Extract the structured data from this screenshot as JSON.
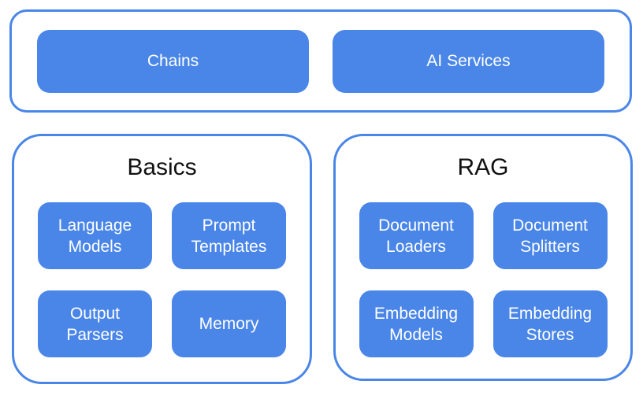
{
  "colors": {
    "node_fill": "#4a86e8",
    "container_border": "#4a86e8",
    "node_text": "#ffffff",
    "title_text": "#111111",
    "background": "#ffffff"
  },
  "top_group": {
    "items": [
      {
        "label": "Chains"
      },
      {
        "label": "AI Services"
      }
    ]
  },
  "groups": [
    {
      "title": "Basics",
      "items": [
        {
          "label": "Language Models"
        },
        {
          "label": "Prompt Templates"
        },
        {
          "label": "Output Parsers"
        },
        {
          "label": "Memory"
        }
      ]
    },
    {
      "title": "RAG",
      "items": [
        {
          "label": "Document Loaders"
        },
        {
          "label": "Document Splitters"
        },
        {
          "label": "Embedding Models"
        },
        {
          "label": "Embedding Stores"
        }
      ]
    }
  ]
}
